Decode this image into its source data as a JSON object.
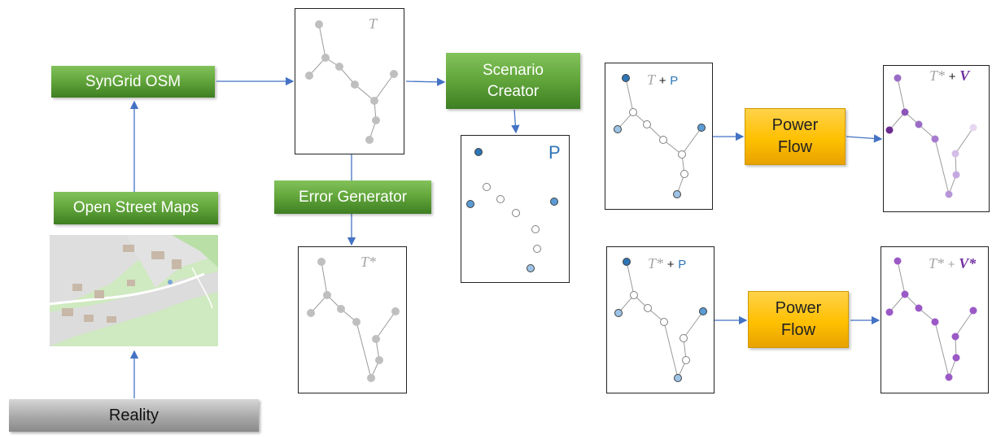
{
  "boxes": {
    "syngrid": "SynGrid OSM",
    "osm": "Open Street Maps",
    "reality": "Reality",
    "scenario_line1": "Scenario",
    "scenario_line2": "Creator",
    "error": "Error Generator",
    "powerflow1_line1": "Power",
    "powerflow1_line2": "Flow",
    "powerflow2_line1": "Power",
    "powerflow2_line2": "Flow"
  },
  "panel_labels": {
    "t": "T",
    "t_star": "T*",
    "p": "P",
    "t_p_t": "T",
    "t_p_plus": "+",
    "t_p_p": "P",
    "tstar_p_t": "T*",
    "tstar_p_plus": "+",
    "tstar_p_p": "P",
    "tstar_v_t": "T*",
    "tstar_v_plus": "+",
    "tstar_v_v": "V",
    "tstar_vstar_t": "T*",
    "tstar_vstar_plus": "+",
    "tstar_vstar_v": "V*"
  },
  "colors": {
    "green": "#64a83d",
    "gold": "#ffc000",
    "arrow": "#4472c4",
    "node_gray": "#bfbfbf",
    "producer_blue": "#5b9bd5",
    "purple": "#8e55b8",
    "label_gray": "#a6a6a6"
  }
}
